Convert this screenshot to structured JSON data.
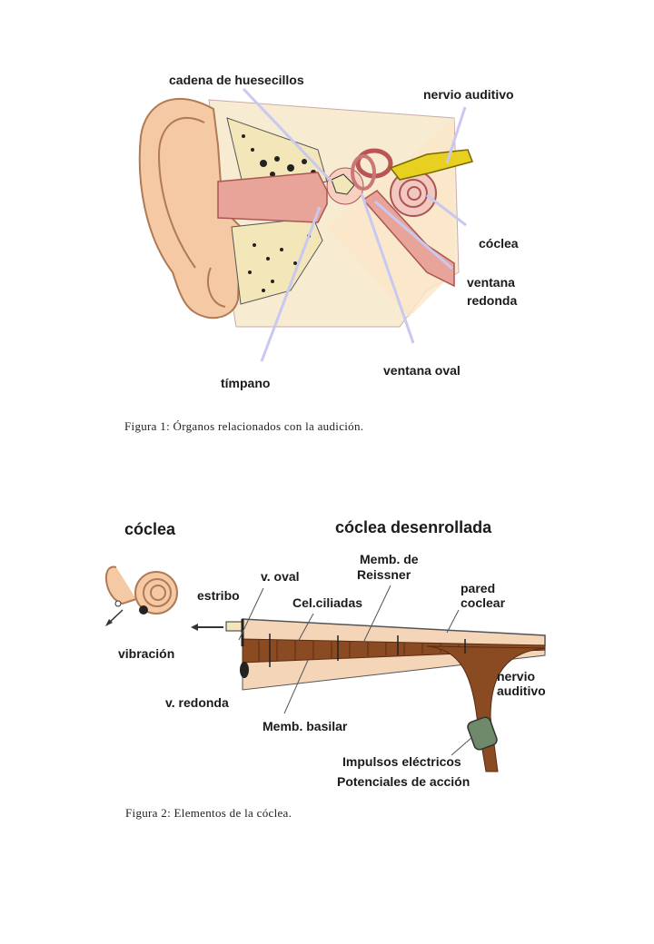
{
  "figure1": {
    "labels": {
      "ossicles": "cadena de huesecillos",
      "auditory_nerve": "nervio auditivo",
      "cochlea": "cóclea",
      "round_window_1": "ventana",
      "round_window_2": "redonda",
      "oval_window": "ventana oval",
      "eardrum": "tímpano"
    },
    "caption": "Figura 1: Órganos relacionados con la audición."
  },
  "figure2": {
    "labels": {
      "cochlea_title": "cóclea",
      "uncoiled_title": "cóclea desenrollada",
      "reissner_1": "Memb. de",
      "reissner_2": "Reissner",
      "oval": "v. oval",
      "stapes": "estribo",
      "hair_cells": "Cel.ciliadas",
      "wall_1": "pared",
      "wall_2": "coclear",
      "vibration": "vibración",
      "nerve_1": "nervio",
      "nerve_2": "auditivo",
      "round": "v. redonda",
      "basilar": "Memb. basilar",
      "impulses": "Impulsos eléctricos",
      "action_potentials": "Potenciales de acción"
    },
    "caption": "Figura 2: Elementos de la cóclea."
  },
  "colors": {
    "skin": "#f4c9a4",
    "canal": "#e9a49a",
    "bone": "#f3e6b8",
    "pointer": "#c8c8f0",
    "nerve": "#e8d020",
    "basilar": "#8a4a22"
  }
}
